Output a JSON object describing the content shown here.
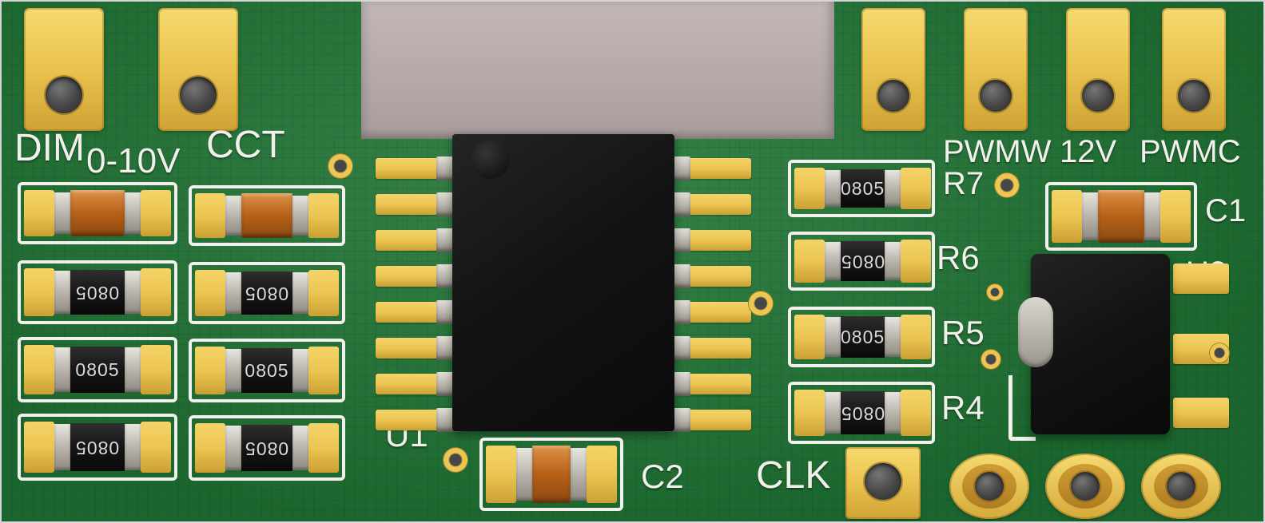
{
  "silkscreen": {
    "dim": "DIM",
    "range_0_10v": "0-10V",
    "cct": "CCT",
    "u1": "U1",
    "c2": "C2",
    "clk": "CLK",
    "pwmw": "PWMW",
    "v12": "12V",
    "pwmc": "PWMC",
    "r7": "R7",
    "r6": "R6",
    "r5": "R5",
    "r4": "R4",
    "c1": "C1",
    "u2": "U2"
  },
  "markings": {
    "chip": "0805"
  },
  "colors": {
    "board_green": "#1f7434",
    "pad_gold": "#ecc552",
    "silkscreen": "#f1f0eb",
    "ic_black": "#141414",
    "component_orange": "#b86018",
    "backdrop_grey": "#b3a7a7",
    "hole_dark": "#454545"
  }
}
